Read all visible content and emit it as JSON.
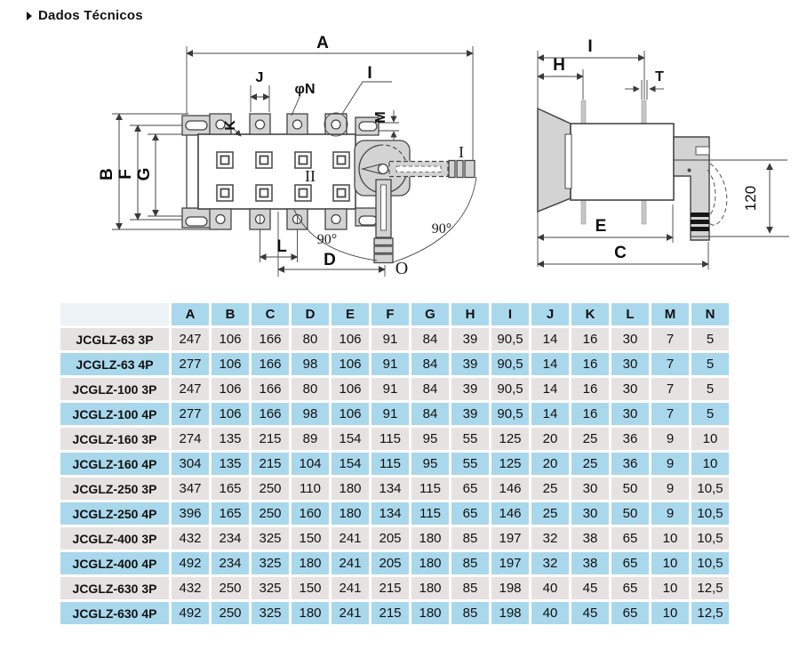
{
  "page_title": "Dados Técnicos",
  "colors": {
    "table_blue": "#a9d8ec",
    "table_gray": "#e7e2e2",
    "corner_bg": "#edf3f6",
    "d_line": "#454545",
    "d_fill": "#d3d3d3"
  },
  "front_view": {
    "dims": {
      "a": "A",
      "b": "B",
      "f": "F",
      "g": "G",
      "j": "J",
      "k": "K",
      "phi_n": "φN",
      "i": "I",
      "m": "M",
      "l": "L",
      "d": "D"
    },
    "positions": {
      "on": "I",
      "off": "O",
      "middle": "II"
    },
    "angles": {
      "left": "90°",
      "right": "90°"
    }
  },
  "side_view": {
    "dims": {
      "i": "I",
      "h": "H",
      "t": "T",
      "e": "E",
      "c": "C"
    },
    "handle_height": "120"
  },
  "table": {
    "columns": [
      "A",
      "B",
      "C",
      "D",
      "E",
      "F",
      "G",
      "H",
      "I",
      "J",
      "K",
      "L",
      "M",
      "N"
    ],
    "rows": [
      {
        "label": "JCGLZ-63 3P",
        "values": [
          "247",
          "106",
          "166",
          "80",
          "106",
          "91",
          "84",
          "39",
          "90,5",
          "14",
          "16",
          "30",
          "7",
          "5"
        ]
      },
      {
        "label": "JCGLZ-63 4P",
        "values": [
          "277",
          "106",
          "166",
          "98",
          "106",
          "91",
          "84",
          "39",
          "90,5",
          "14",
          "16",
          "30",
          "7",
          "5"
        ]
      },
      {
        "label": "JCGLZ-100 3P",
        "values": [
          "247",
          "106",
          "166",
          "80",
          "106",
          "91",
          "84",
          "39",
          "90,5",
          "14",
          "16",
          "30",
          "7",
          "5"
        ]
      },
      {
        "label": "JCGLZ-100 4P",
        "values": [
          "277",
          "106",
          "166",
          "98",
          "106",
          "91",
          "84",
          "39",
          "90,5",
          "14",
          "16",
          "30",
          "7",
          "5"
        ]
      },
      {
        "label": "JCGLZ-160 3P",
        "values": [
          "274",
          "135",
          "215",
          "89",
          "154",
          "115",
          "95",
          "55",
          "125",
          "20",
          "25",
          "36",
          "9",
          "10"
        ]
      },
      {
        "label": "JCGLZ-160 4P",
        "values": [
          "304",
          "135",
          "215",
          "104",
          "154",
          "115",
          "95",
          "55",
          "125",
          "20",
          "25",
          "36",
          "9",
          "10"
        ]
      },
      {
        "label": "JCGLZ-250 3P",
        "values": [
          "347",
          "165",
          "250",
          "110",
          "180",
          "134",
          "115",
          "65",
          "146",
          "25",
          "30",
          "50",
          "9",
          "10,5"
        ]
      },
      {
        "label": "JCGLZ-250 4P",
        "values": [
          "396",
          "165",
          "250",
          "160",
          "180",
          "134",
          "115",
          "65",
          "146",
          "25",
          "30",
          "50",
          "9",
          "10,5"
        ]
      },
      {
        "label": "JCGLZ-400 3P",
        "values": [
          "432",
          "234",
          "325",
          "150",
          "241",
          "205",
          "180",
          "85",
          "197",
          "32",
          "38",
          "65",
          "10",
          "10,5"
        ]
      },
      {
        "label": "JCGLZ-400 4P",
        "values": [
          "492",
          "234",
          "325",
          "180",
          "241",
          "205",
          "180",
          "85",
          "197",
          "32",
          "38",
          "65",
          "10",
          "10,5"
        ]
      },
      {
        "label": "JCGLZ-630 3P",
        "values": [
          "432",
          "250",
          "325",
          "150",
          "241",
          "215",
          "180",
          "85",
          "198",
          "40",
          "45",
          "65",
          "10",
          "12,5"
        ]
      },
      {
        "label": "JCGLZ-630 4P",
        "values": [
          "492",
          "250",
          "325",
          "180",
          "241",
          "215",
          "180",
          "85",
          "198",
          "40",
          "45",
          "65",
          "10",
          "12,5"
        ]
      }
    ]
  }
}
